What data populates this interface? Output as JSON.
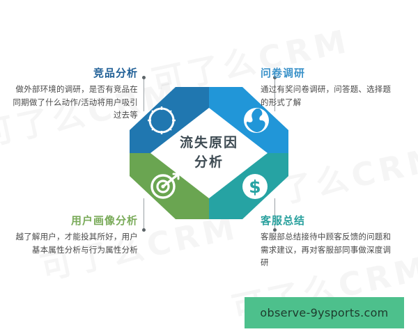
{
  "center": {
    "line1": "流失原因",
    "line2": "分析"
  },
  "blocks": {
    "competitor": {
      "heading": "竞品分析",
      "body": "做外部环境的调研，是否有竞品在同期做了什么动作/活动将用户吸引过去等",
      "heading_color": "#1f5f96",
      "icon": "compass-icon"
    },
    "survey": {
      "heading": "问卷调研",
      "body": "通过有奖问卷调研，问答题、选择题的形式了解",
      "heading_color": "#3b92c9",
      "icon": "globe-icon"
    },
    "persona": {
      "heading": "用户画像分析",
      "body": "越了解用户，才能投其所好，用户基本属性分析与行为属性分析",
      "heading_color": "#7aab5a",
      "icon": "target-icon"
    },
    "service": {
      "heading": "客服总结",
      "body": "客服部总结接待中顾客反馈的问题和需求建议，再对客服部同事做深度调研",
      "heading_color": "#2aa19e",
      "icon": "dollar-icon"
    }
  },
  "octagon": {
    "colors": {
      "top_left": "#2077b0",
      "top_right": "#2196d8",
      "bottom_left": "#6aa551",
      "bottom_right": "#26a3a3"
    }
  },
  "banner": {
    "url": "observe-9ysports.com",
    "background_color": "#4dc08c"
  },
  "watermark": {
    "text_a": "可了么CRM",
    "text_b": "可了么CRM",
    "text_c": "了么CRM",
    "text_d": "可了么CRM",
    "text_e": "可了么CRM"
  }
}
